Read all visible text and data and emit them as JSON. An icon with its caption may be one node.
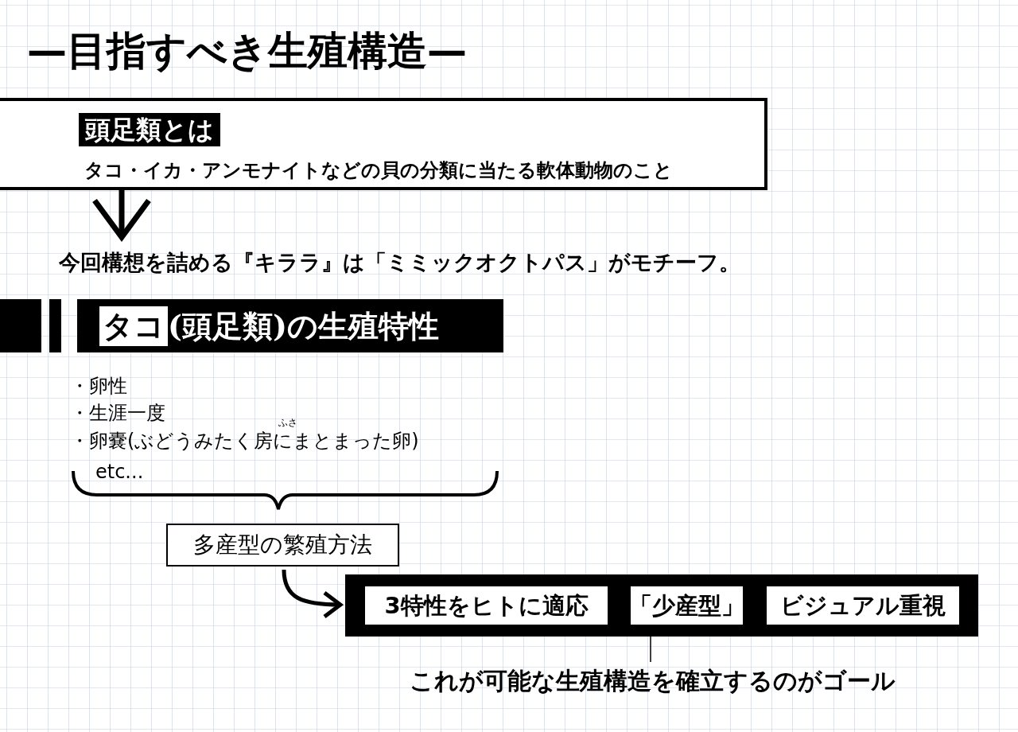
{
  "diagram": {
    "title": "—目指すべき生殖構造—",
    "nodes": [
      {
        "text": [
          "頭足類とは",
          "タコ・イカ・アンモナイトなどの貝の分類に当たる軟体動物のこと"
        ]
      },
      {
        "text": [
          "今回構想を詰める『キララ』は「ミミックオクトパス」がモチーフ。"
        ]
      },
      {
        "text": [
          "タコ",
          "(頭足類)の生殖特性"
        ]
      },
      {
        "text": [
          "・卵性",
          "・生涯一度",
          "・卵嚢(ぶどうみたく房にまとまった卵)",
          "etc..."
        ]
      },
      {
        "text": [
          "多産型の繁殖方法"
        ]
      },
      {
        "text": [],
        "shape": "bar"
      },
      {
        "text": [
          "3特性をヒトに適応"
        ],
        "in": 5
      },
      {
        "text": [
          "「少産型」"
        ],
        "in": 5
      },
      {
        "text": [
          "ビジュアル重視"
        ],
        "in": 5
      },
      {
        "text": [
          "これが可能な生殖構造を確立するのがゴール"
        ]
      }
    ],
    "edges": [
      {
        "from": 0,
        "to": 1,
        "arrow": "to"
      },
      {
        "from": 4,
        "to": 5,
        "arrow": "to"
      },
      {
        "from": 9,
        "to": 7,
        "arrow": "to"
      }
    ],
    "labels": [
      "ふさ"
    ]
  }
}
